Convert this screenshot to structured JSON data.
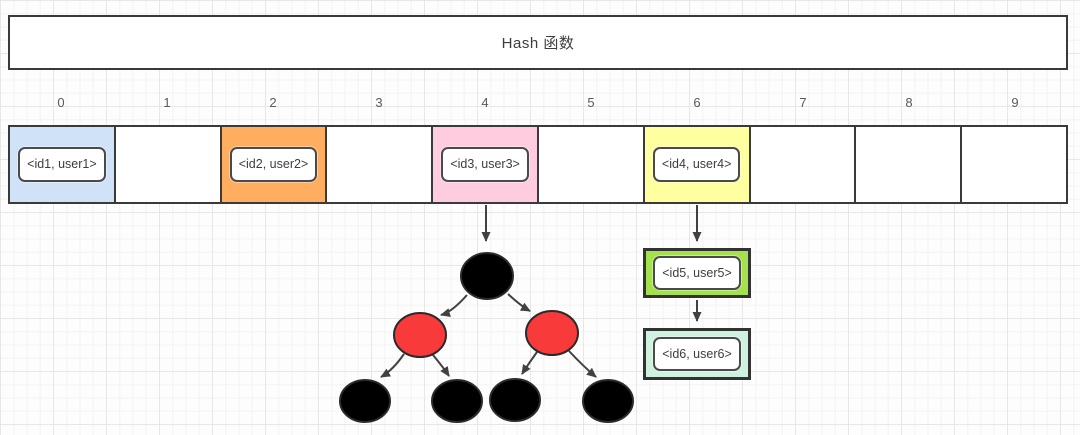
{
  "header": {
    "title": "Hash 函数"
  },
  "array": {
    "buckets": [
      {
        "index": "0",
        "fill": "#cfe2f7",
        "entry": "<id1, user1>"
      },
      {
        "index": "1",
        "fill": "#ffffff",
        "entry": null
      },
      {
        "index": "2",
        "fill": "#ffad5f",
        "entry": "<id2, user2>"
      },
      {
        "index": "3",
        "fill": "#ffffff",
        "entry": null
      },
      {
        "index": "4",
        "fill": "#ffccdf",
        "entry": "<id3, user3>"
      },
      {
        "index": "5",
        "fill": "#ffffff",
        "entry": null
      },
      {
        "index": "6",
        "fill": "#feff9e",
        "entry": "<id4, user4>"
      },
      {
        "index": "7",
        "fill": "#ffffff",
        "entry": null
      },
      {
        "index": "8",
        "fill": "#ffffff",
        "entry": null
      },
      {
        "index": "9",
        "fill": "#ffffff",
        "entry": null
      }
    ]
  },
  "tree": {
    "attached_to_bucket": "4",
    "nodes": [
      {
        "name": "root",
        "color": "#000000"
      },
      {
        "name": "left-child",
        "color": "#f93a3a"
      },
      {
        "name": "right-child",
        "color": "#f93a3a"
      },
      {
        "name": "leaf-1",
        "color": "#000000"
      },
      {
        "name": "leaf-2",
        "color": "#000000"
      },
      {
        "name": "leaf-3",
        "color": "#000000"
      },
      {
        "name": "leaf-4",
        "color": "#000000"
      }
    ]
  },
  "chain": {
    "attached_to_bucket": "6",
    "nodes": [
      {
        "label": "<id5, user5>",
        "fill": "#a5e14d"
      },
      {
        "label": "<id6, user6>",
        "fill": "#cff2e0"
      }
    ]
  }
}
